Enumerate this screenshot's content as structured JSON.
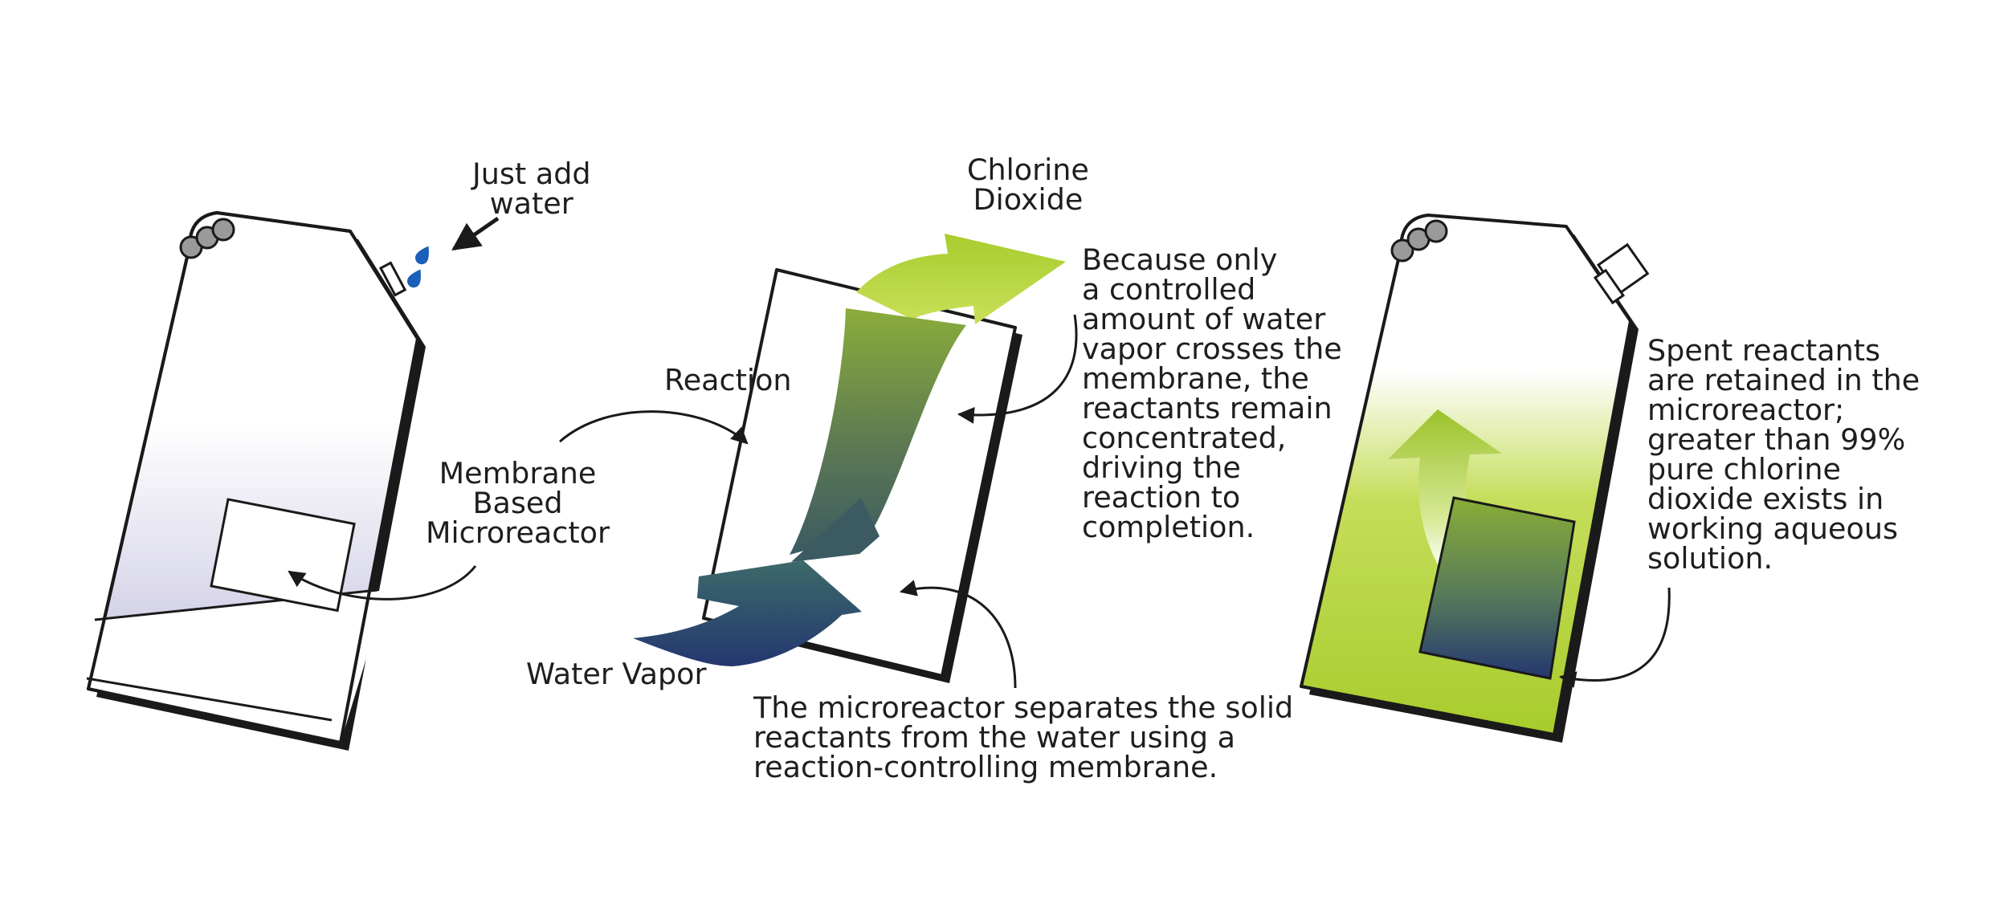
{
  "labels": {
    "just_add_water": "Just add\nwater",
    "membrane_microreactor": "Membrane\nBased\nMicroreactor",
    "chlorine_dioxide": "Chlorine\nDioxide",
    "reaction": "Reaction",
    "water_vapor": "Water Vapor",
    "because_only": "Because only\na controlled\namount of water\nvapor crosses the\nmembrane, the\nreactants remain\nconcentrated,\ndriving the\nreaction to\ncompletion.",
    "microreactor_separates": "The microreactor separates the solid\nreactants from the water using a\nreaction-controlling membrane.",
    "spent_reactants": "Spent reactants\nare retained in the\nmicroreactor;\ngreater than 99%\npure chlorine\ndioxide exists in\nworking aqueous\nsolution."
  },
  "colors": {
    "outline": "#1a1a1a",
    "shadow": "#1a1a1a",
    "lavender": "#b9b7d8",
    "lime": "#a8cc2c",
    "lime_light": "#c5dd5a",
    "green_mid": "#7c9a40",
    "navy": "#243770",
    "water_drop": "#1c5fb8",
    "knob_gray": "#9a9a9a"
  }
}
